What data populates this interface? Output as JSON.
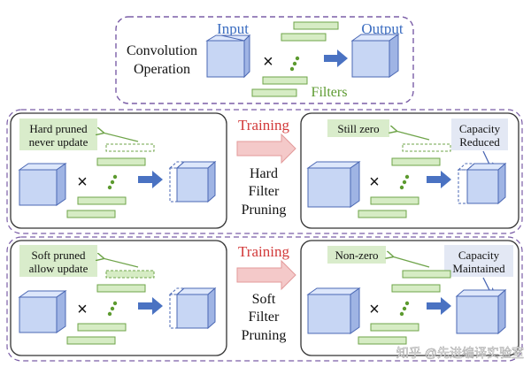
{
  "colors": {
    "frame": "#7b5ea7",
    "cube_face": "#c7d6f4",
    "cube_top": "#dde7fb",
    "cube_side": "#9fb4e4",
    "cube_stroke": "#4b68b4",
    "filter_fill": "#d6ecc4",
    "filter_stroke": "#6fa44a",
    "dot": "#5c9a2f",
    "arrow_blue": "#4a72c2",
    "training_red": "#d23a3a",
    "training_arrow": "#f4c9c9",
    "label_green_bg": "#d9eccb",
    "label_blue_bg": "#e3e8f4",
    "title_blue": "#3a6cc0"
  },
  "top": {
    "operation_line1": "Convolution",
    "operation_line2": "Operation",
    "input_label": "Input",
    "output_label": "Output",
    "filters_label": "Filters",
    "times": "×"
  },
  "hard": {
    "left_note_line1": "Hard pruned",
    "left_note_line2": "never update",
    "training": "Training",
    "method_line1": "Hard",
    "method_line2": "Filter",
    "method_line3": "Pruning",
    "right_note": "Still zero",
    "capacity_line1": "Capacity",
    "capacity_line2": "Reduced",
    "times": "×"
  },
  "soft": {
    "left_note_line1": "Soft pruned",
    "left_note_line2": "allow update",
    "training": "Training",
    "method_line1": "Soft",
    "method_line2": "Filter",
    "method_line3": "Pruning",
    "right_note": "Non-zero",
    "capacity_line1": "Capacity",
    "capacity_line2": "Maintained",
    "times": "×"
  },
  "watermark": "知乎 @先进编译实验室"
}
